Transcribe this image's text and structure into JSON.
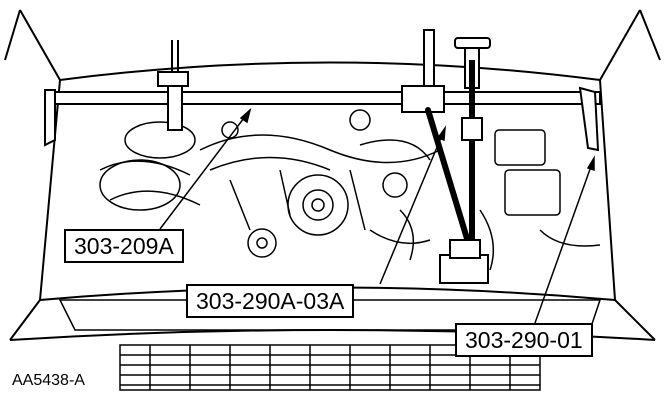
{
  "callouts": {
    "tool_a": "303-209A",
    "tool_b": "303-290A-03A",
    "tool_c": "303-290-01"
  },
  "figure_id": "AA5438-A",
  "colors": {
    "line": "#000000",
    "background": "#ffffff"
  }
}
